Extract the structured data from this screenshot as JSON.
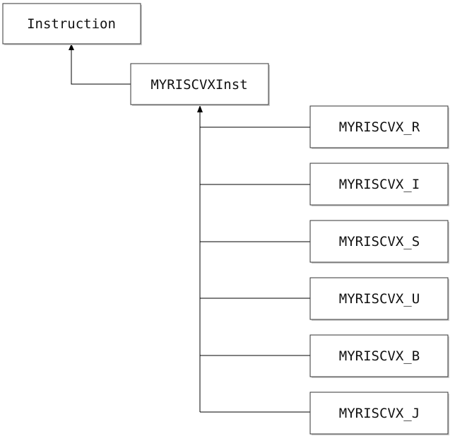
{
  "diagram": {
    "nodes": {
      "instruction": {
        "label": "Instruction"
      },
      "myriscvx_inst": {
        "label": "MYRISCVXInst"
      },
      "myriscvx_r": {
        "label": "MYRISCVX_R"
      },
      "myriscvx_i": {
        "label": "MYRISCVX_I"
      },
      "myriscvx_s": {
        "label": "MYRISCVX_S"
      },
      "myriscvx_u": {
        "label": "MYRISCVX_U"
      },
      "myriscvx_b": {
        "label": "MYRISCVX_B"
      },
      "myriscvx_j": {
        "label": "MYRISCVX_J"
      }
    },
    "edges": [
      {
        "from": "myriscvx_inst",
        "to": "instruction"
      },
      {
        "from": "myriscvx_r",
        "to": "myriscvx_inst"
      },
      {
        "from": "myriscvx_i",
        "to": "myriscvx_inst"
      },
      {
        "from": "myriscvx_s",
        "to": "myriscvx_inst"
      },
      {
        "from": "myriscvx_u",
        "to": "myriscvx_inst"
      },
      {
        "from": "myriscvx_b",
        "to": "myriscvx_inst"
      },
      {
        "from": "myriscvx_j",
        "to": "myriscvx_inst"
      }
    ]
  }
}
